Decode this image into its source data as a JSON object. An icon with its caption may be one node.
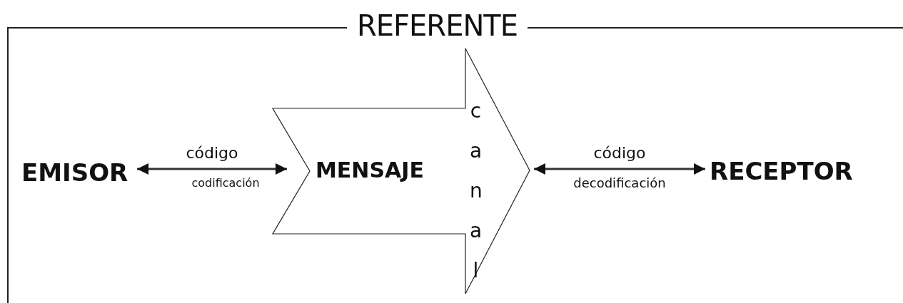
{
  "diagram": {
    "nodes": [
      {
        "text": [
          "REFERENTE"
        ]
      },
      {
        "text": [
          "EMISOR"
        ],
        "in": 0
      },
      {
        "text": [
          "MENSAJE",
          "canal"
        ],
        "in": 0
      },
      {
        "text": [
          "RECEPTOR"
        ],
        "in": 0
      }
    ],
    "edges": [
      {
        "from": 1,
        "to": 2,
        "arrow": "both",
        "label": "código"
      },
      {
        "from": 2,
        "to": 3,
        "arrow": "both",
        "label": "código"
      }
    ],
    "labels": [
      "codificación",
      "decodificación"
    ]
  }
}
